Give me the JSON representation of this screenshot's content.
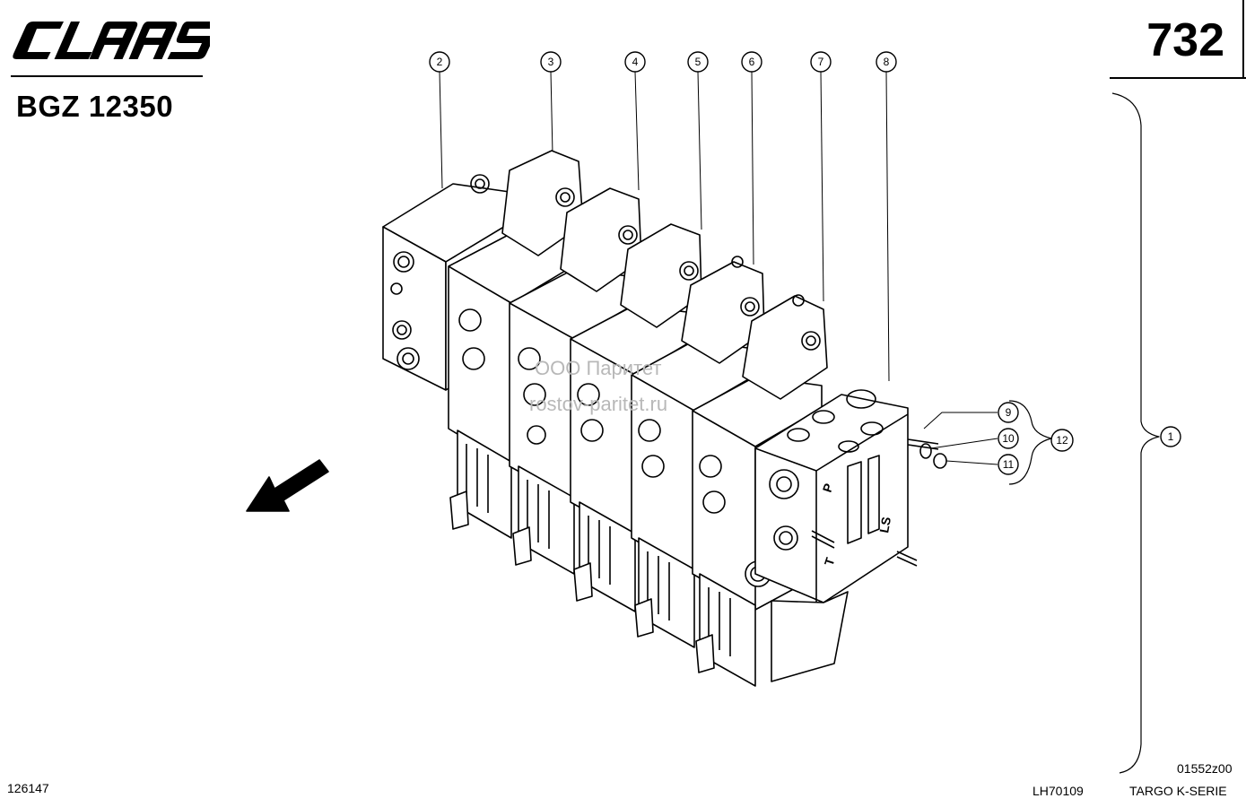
{
  "header": {
    "brand": "CLAAS",
    "model_code": "BGZ 12350",
    "page_number": "732"
  },
  "footer": {
    "doc_number": "126147",
    "series_code": "LH70109",
    "series_name": "TARGO K-SERIE",
    "drawing_code": "01552z00"
  },
  "watermark": {
    "line1": "ООО Паритет",
    "line2": "rostov-paritet.ru"
  },
  "callouts": [
    "1",
    "2",
    "3",
    "4",
    "5",
    "6",
    "7",
    "8",
    "9",
    "10",
    "11",
    "12"
  ],
  "valve_markings": [
    "P",
    "LS",
    "T"
  ]
}
